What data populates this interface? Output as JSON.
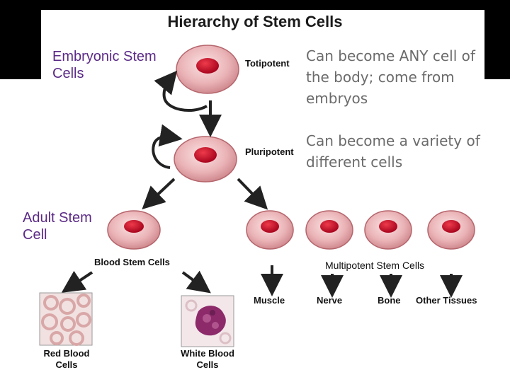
{
  "title": "Hierarchy of Stem Cells",
  "embryonic_label": "Embryonic Stem Cells",
  "totipotent": {
    "label": "Totipotent",
    "description": "Can become ANY cell of the body; come from embryos"
  },
  "pluripotent": {
    "label": "Pluripotent",
    "description": "Can become a variety of different cells"
  },
  "adult_label": "Adult Stem Cell",
  "blood_stem_label": "Blood Stem Cells",
  "multipotent_label": "Multipotent Stem Cells",
  "tissues": [
    "Muscle",
    "Nerve",
    "Bone",
    "Other Tissues"
  ],
  "blood_outputs": [
    "Red Blood Cells",
    "White Blood Cells"
  ],
  "colors": {
    "cell_body": "#e8a9ae",
    "nucleus": "#c8102e",
    "label_purple": "#5b2a86",
    "description_gray": "#6b6b6b",
    "top_bar": "#000000"
  }
}
